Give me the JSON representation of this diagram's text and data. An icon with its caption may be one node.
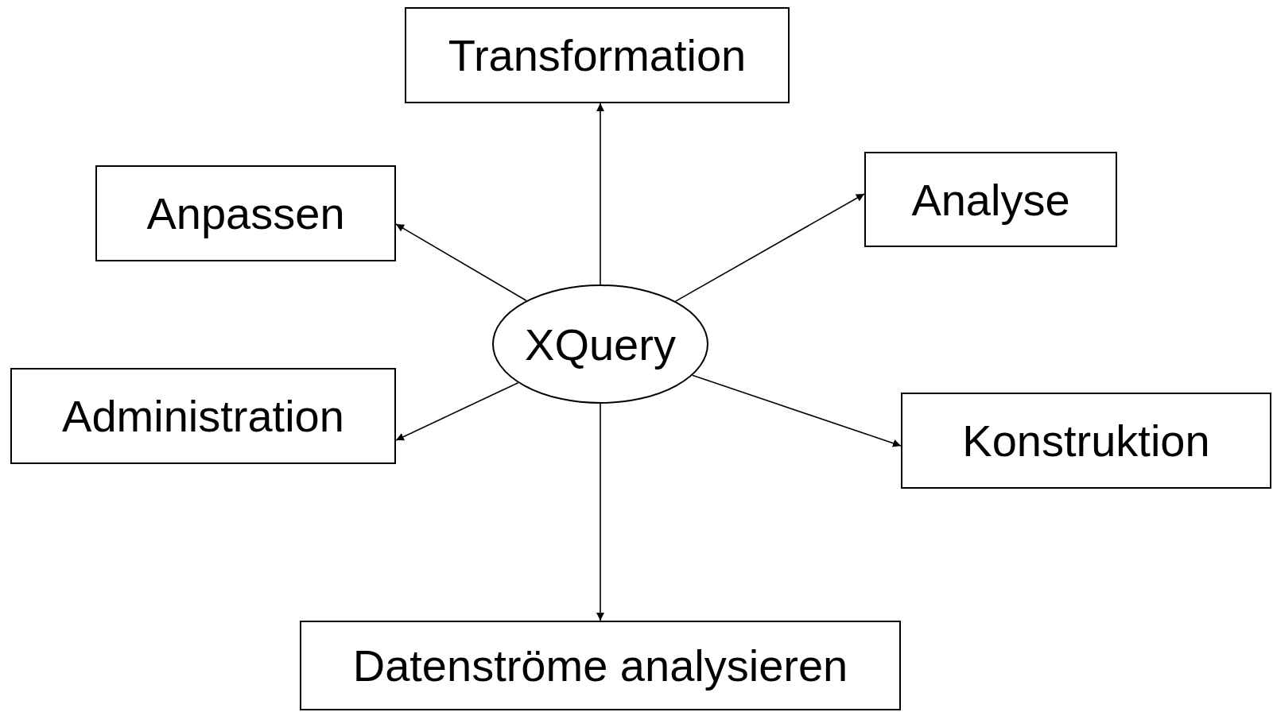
{
  "diagram": {
    "nodes": [
      {
        "text": [
          "Transformation"
        ]
      },
      {
        "text": [
          "Anpassen"
        ]
      },
      {
        "text": [
          "Analyse"
        ]
      },
      {
        "text": [
          "XQuery"
        ]
      },
      {
        "text": [
          "Administration"
        ]
      },
      {
        "text": [
          "Konstruktion"
        ]
      },
      {
        "text": [
          "Datenströme analysieren"
        ]
      }
    ],
    "edges": [
      {
        "from": 3,
        "to": 0,
        "arrow": "to"
      },
      {
        "from": 3,
        "to": 1,
        "arrow": "to"
      },
      {
        "from": 3,
        "to": 2,
        "arrow": "to"
      },
      {
        "from": 3,
        "to": 4,
        "arrow": "to"
      },
      {
        "from": 3,
        "to": 5,
        "arrow": "to"
      },
      {
        "from": 3,
        "to": 6,
        "arrow": "to"
      }
    ]
  }
}
